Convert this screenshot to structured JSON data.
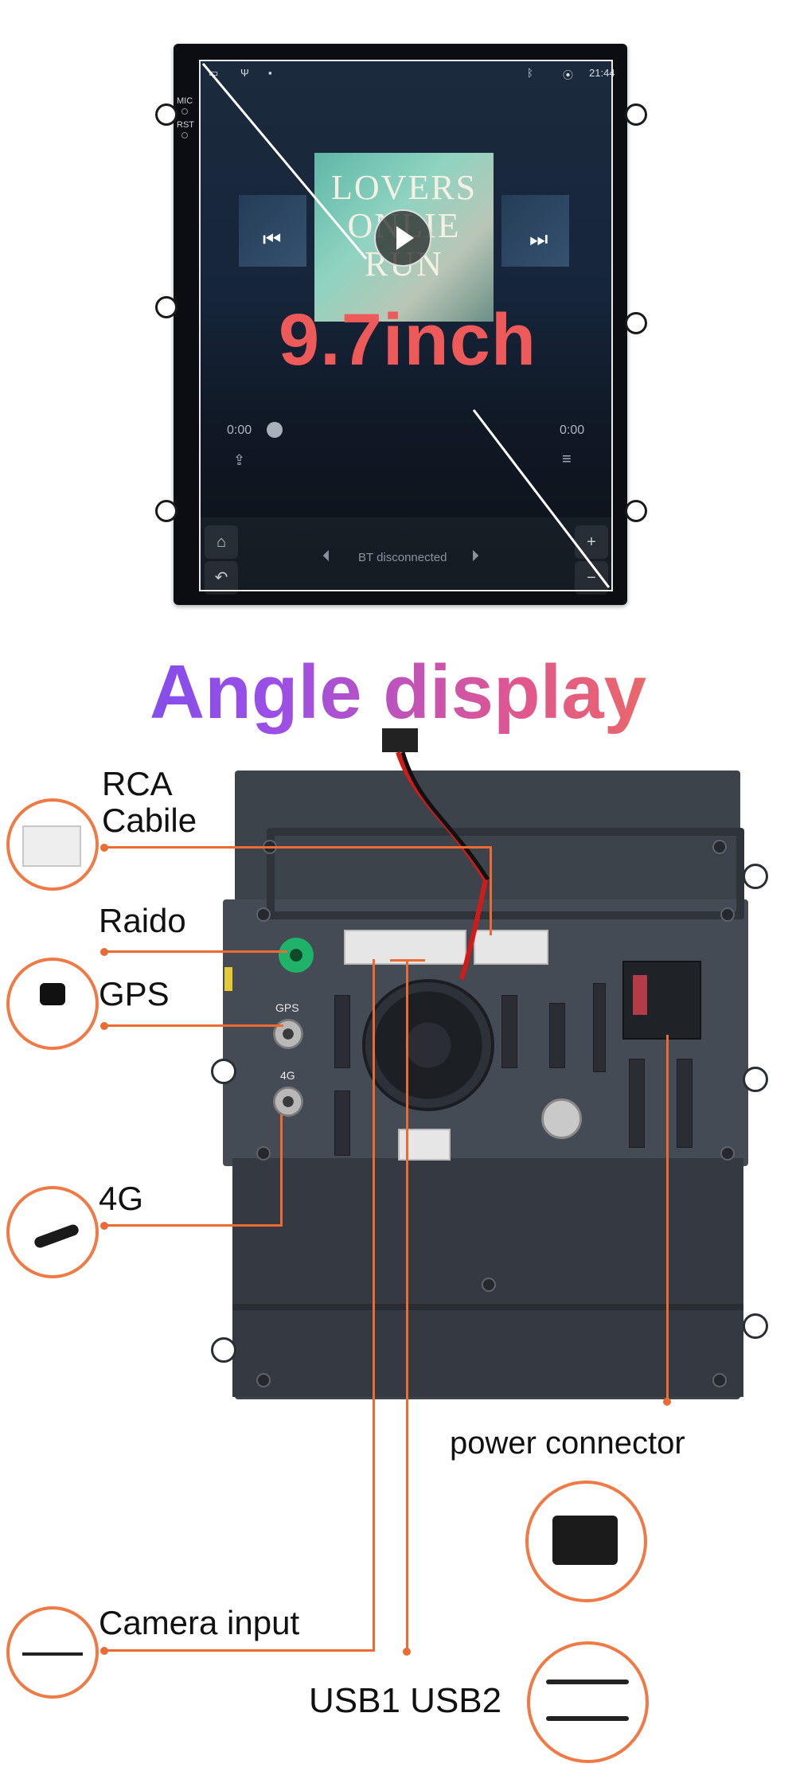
{
  "screen": {
    "status": {
      "time": "21:44",
      "mic": "MIC",
      "rst": "RST"
    },
    "album": {
      "line1": "LOVERS",
      "line2": "ONLIE",
      "line3": "RUN"
    },
    "size_label": "9.7inch",
    "elapsed": "0:00",
    "duration": "0:00",
    "bt_status": "BT disconnected"
  },
  "heading": "Angle display",
  "labels": {
    "rca": "RCA",
    "rca2": "Cabile",
    "radio": "Raido",
    "gps": "GPS",
    "fourg": "4G",
    "power": "power connector",
    "camera": "Camera input",
    "usb": "USB1 USB2"
  },
  "panel_marks": {
    "gps": "GPS",
    "fourg": "4G"
  },
  "colors": {
    "accent": "#ec6b33",
    "size_text": "#ee5a5a"
  }
}
